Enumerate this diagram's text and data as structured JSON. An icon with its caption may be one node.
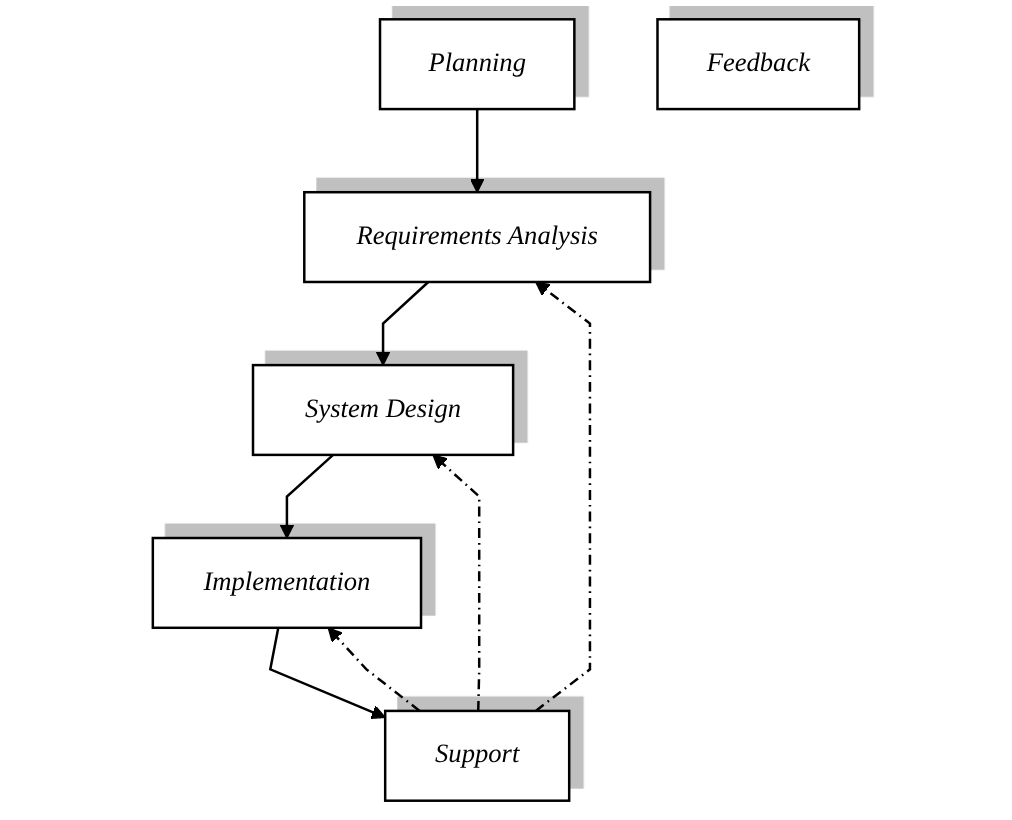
{
  "diagram": {
    "nodes": [
      {
        "text": [
          "Planning"
        ]
      },
      {
        "text": [
          "Requirements Analysis"
        ]
      },
      {
        "text": [
          "System Design"
        ]
      },
      {
        "text": [
          "Implementation"
        ]
      },
      {
        "text": [
          "Support"
        ]
      },
      {
        "text": [
          "Feedback"
        ]
      }
    ],
    "edges": [
      {
        "from": 0,
        "to": 1,
        "arrow": "to"
      },
      {
        "from": 1,
        "to": 2,
        "arrow": "to"
      },
      {
        "from": 2,
        "to": 3,
        "arrow": "to"
      },
      {
        "from": 3,
        "to": 4,
        "arrow": "to"
      },
      {
        "from": 4,
        "to": 1,
        "arrow": "to",
        "style": "dashed"
      },
      {
        "from": 4,
        "to": 2,
        "arrow": "to",
        "style": "dashed"
      },
      {
        "from": 4,
        "to": 3,
        "arrow": "to",
        "style": "dashed"
      }
    ]
  }
}
